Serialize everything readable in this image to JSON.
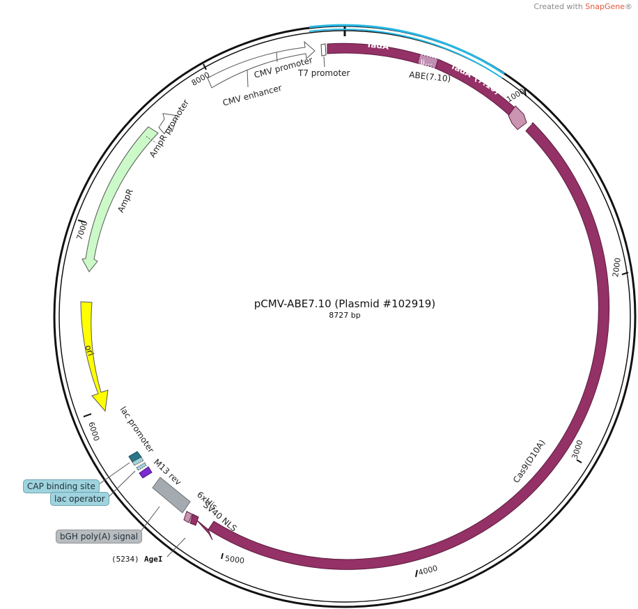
{
  "credit": {
    "prefix": "Created with ",
    "brand": "SnapGene",
    "reg": "®"
  },
  "plasmid": {
    "name": "pCMV-ABE7.10 (Plasmid #102919)",
    "length": "8727 bp"
  },
  "ticks": [
    "1000",
    "2000",
    "3000",
    "4000",
    "5000",
    "6000",
    "7000",
    "8000"
  ],
  "features": {
    "tada": "TadA",
    "linker": "li...",
    "tada_star": "TadA*(7.10)",
    "abe": "ABE(7.10)",
    "cas9": "Cas9(D10A)",
    "t7": "T7 promoter",
    "cmv_promoter": "CMV promoter",
    "cmv_enhancer": "CMV enhancer",
    "ampr_promoter": "AmpR promoter",
    "ampr": "AmpR",
    "ori": "ori",
    "lac_promoter": "lac promoter",
    "m13": "M13 rev",
    "his": "6xHis",
    "sv40": "SV40 NLS"
  },
  "callouts": {
    "cap": "CAP binding site",
    "lac_op": "lac operator",
    "bgh": "bGH poly(A) signal"
  },
  "site": {
    "position": "(5234)",
    "enzyme": "AgeI"
  },
  "colors": {
    "cas9": "#943166",
    "tada_star": "#c995b0",
    "linker": "#c08fb3",
    "promoter_fill": "#ffffff",
    "ampr": "#ccf9c8",
    "ori": "#ffff00",
    "highlight": "#25b7e3",
    "callout_blue": "#9fd3dd",
    "callout_gray": "#b8bcbf",
    "lac_promoter": "#27768a",
    "m13": "#7a2bd4",
    "bgh": "#a4abb0"
  }
}
